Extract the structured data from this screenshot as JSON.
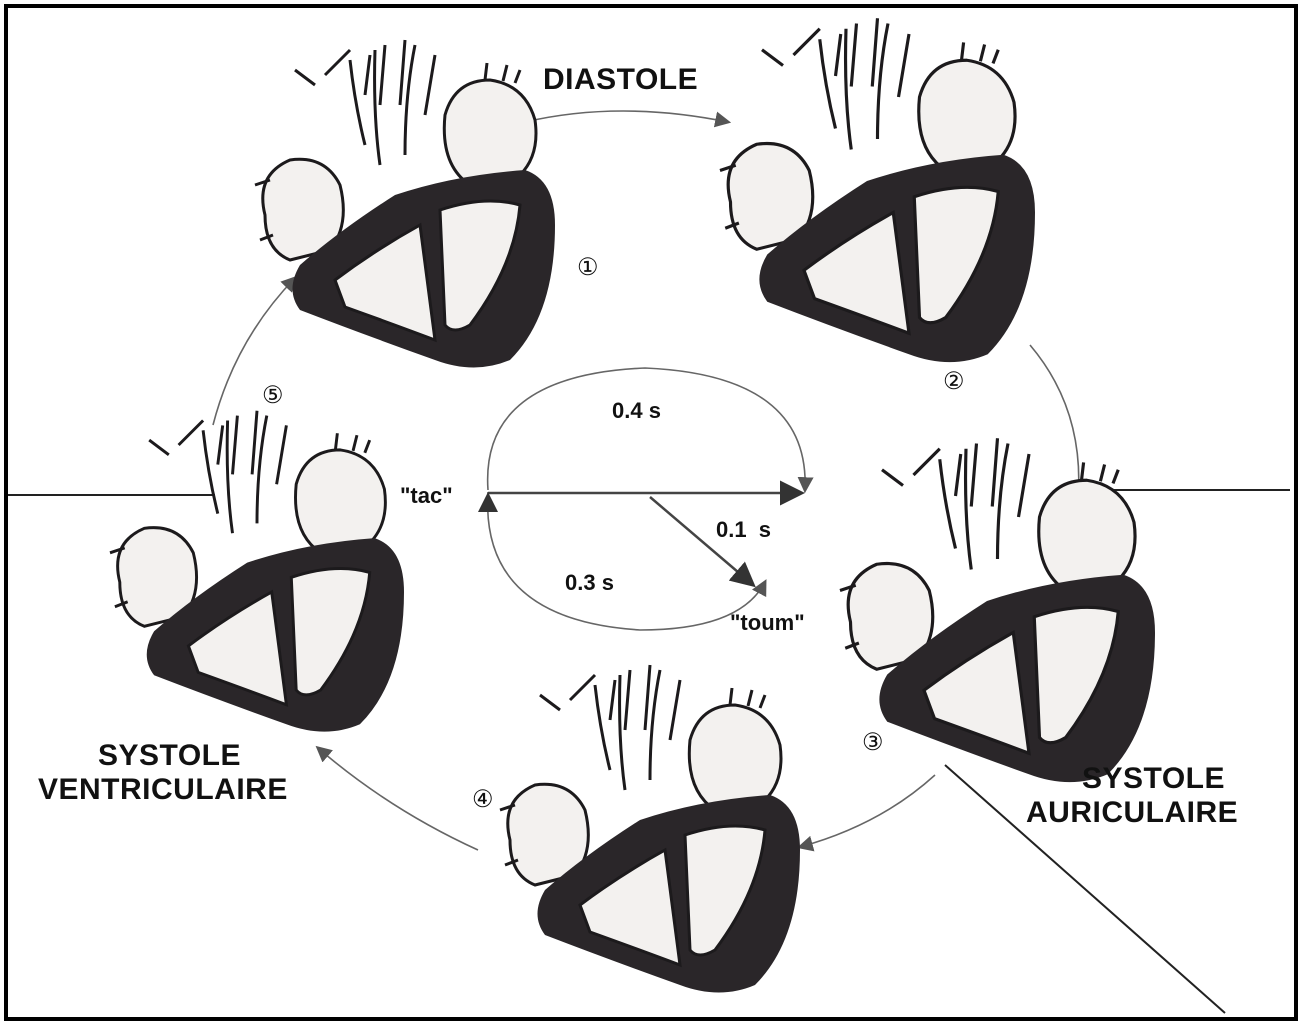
{
  "phases": {
    "diastole": "DIASTOLE",
    "systole_ventricular": [
      "SYSTOLE",
      "VENTRICULAIRE"
    ],
    "systole_auricular": [
      "SYSTOLE",
      "AURICULAIRE"
    ]
  },
  "stages": [
    "①",
    "②",
    "③",
    "④",
    "⑤"
  ],
  "sounds": {
    "first": "\"tac\"",
    "second": "\"toum\""
  },
  "durations": {
    "top": "0.4 s",
    "right": "0.1  s",
    "bottom": "0.3 s"
  }
}
